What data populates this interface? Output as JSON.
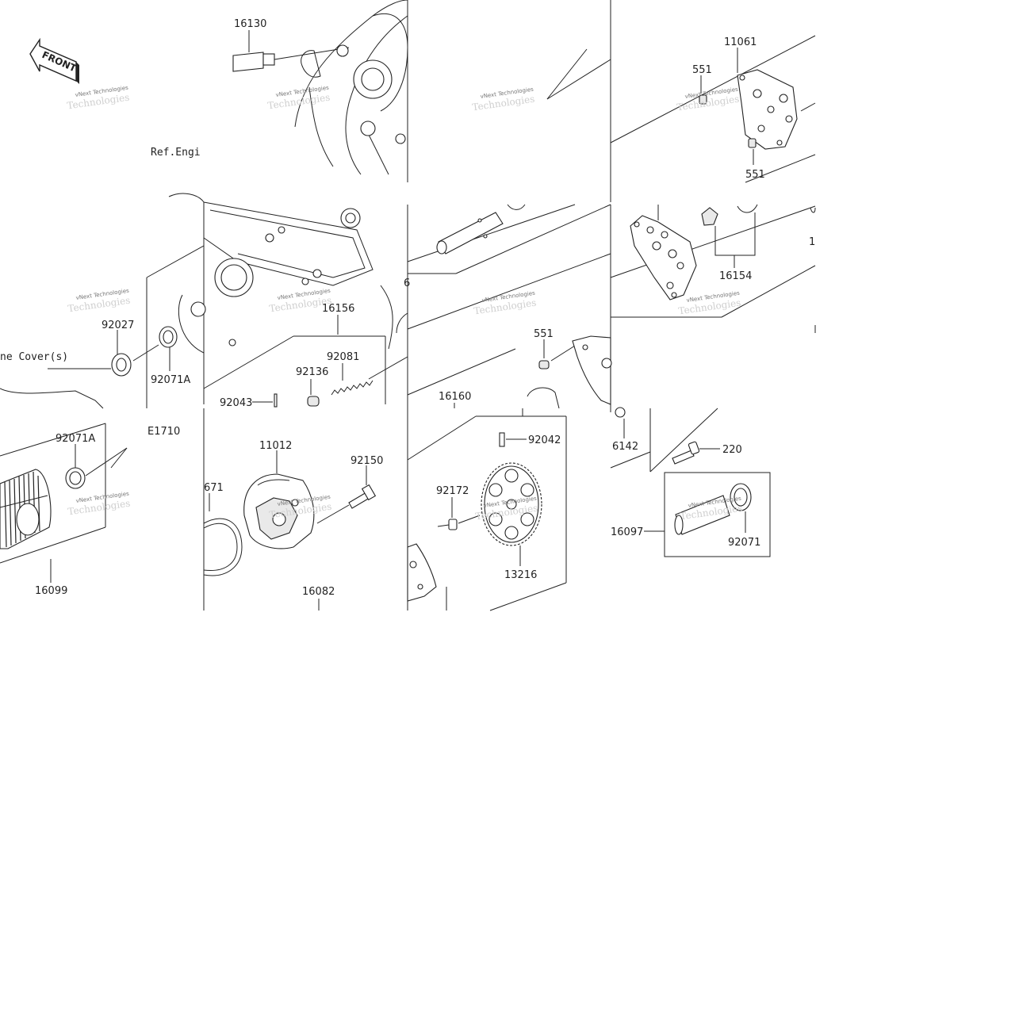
{
  "diagram": {
    "front_label": "FRONT",
    "ref_engine": "Ref.Engi",
    "ref_cover": "ne Cover(s)",
    "code": "E1710",
    "watermark_line1": "vNext Technologies",
    "watermark_line2": "Technologies",
    "parts": [
      {
        "id": "p16130",
        "text": "16130"
      },
      {
        "id": "p11061",
        "text": "11061"
      },
      {
        "id": "p551a",
        "text": "551"
      },
      {
        "id": "p551b",
        "text": "551"
      },
      {
        "id": "p16154",
        "text": "16154"
      },
      {
        "id": "p16156",
        "text": "16156"
      },
      {
        "id": "p92027",
        "text": "92027"
      },
      {
        "id": "p92071Aa",
        "text": "92071A"
      },
      {
        "id": "p92081",
        "text": "92081"
      },
      {
        "id": "p92136",
        "text": "92136"
      },
      {
        "id": "p92043",
        "text": "92043"
      },
      {
        "id": "p551c",
        "text": "551"
      },
      {
        "id": "p16160",
        "text": "16160"
      },
      {
        "id": "p6142",
        "text": "6142"
      },
      {
        "id": "p92071Ab",
        "text": "92071A"
      },
      {
        "id": "pE",
        "text": "E1710"
      },
      {
        "id": "p11012",
        "text": "11012"
      },
      {
        "id": "p92150",
        "text": "92150"
      },
      {
        "id": "p671",
        "text": "671"
      },
      {
        "id": "p92042",
        "text": "92042"
      },
      {
        "id": "p220",
        "text": "220"
      },
      {
        "id": "p92172",
        "text": "92172"
      },
      {
        "id": "p16097",
        "text": "16097"
      },
      {
        "id": "p92071",
        "text": "92071"
      },
      {
        "id": "p13216",
        "text": "13216"
      },
      {
        "id": "p16099",
        "text": "16099"
      },
      {
        "id": "p16082",
        "text": "16082"
      },
      {
        "id": "p6",
        "text": "6"
      },
      {
        "id": "p1",
        "text": "1"
      }
    ]
  }
}
